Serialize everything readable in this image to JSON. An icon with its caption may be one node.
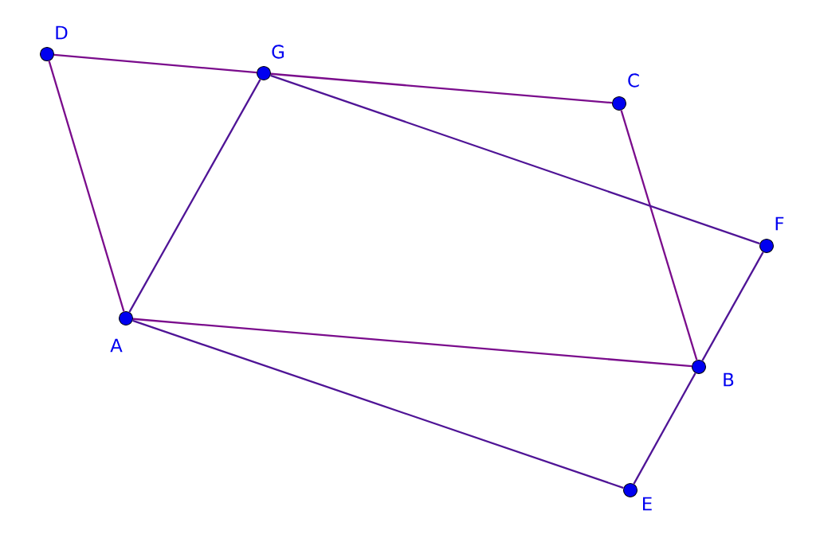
{
  "diagram": {
    "nodes": [
      {
        "text": [
          "D"
        ]
      },
      {
        "text": [
          "G"
        ]
      },
      {
        "text": [
          "C"
        ]
      },
      {
        "text": [
          "F"
        ]
      },
      {
        "text": [
          "A"
        ]
      },
      {
        "text": [
          "B"
        ]
      },
      {
        "text": [
          "E"
        ]
      }
    ],
    "edges": [
      {
        "from": 0,
        "to": 1,
        "arrow": "none"
      },
      {
        "from": 1,
        "to": 2,
        "arrow": "none"
      },
      {
        "from": 0,
        "to": 4,
        "arrow": "none"
      },
      {
        "from": 4,
        "to": 5,
        "arrow": "none"
      },
      {
        "from": 2,
        "to": 5,
        "arrow": "none"
      },
      {
        "from": 4,
        "to": 1,
        "arrow": "none",
        "color": "#4f1496"
      },
      {
        "from": 1,
        "to": 3,
        "arrow": "none",
        "color": "#4f1496"
      },
      {
        "from": 3,
        "to": 5,
        "arrow": "none",
        "color": "#4f1496"
      },
      {
        "from": 4,
        "to": 6,
        "arrow": "none",
        "color": "#4f1496"
      },
      {
        "from": 6,
        "to": 5,
        "arrow": "none",
        "color": "#4f1496"
      }
    ]
  }
}
